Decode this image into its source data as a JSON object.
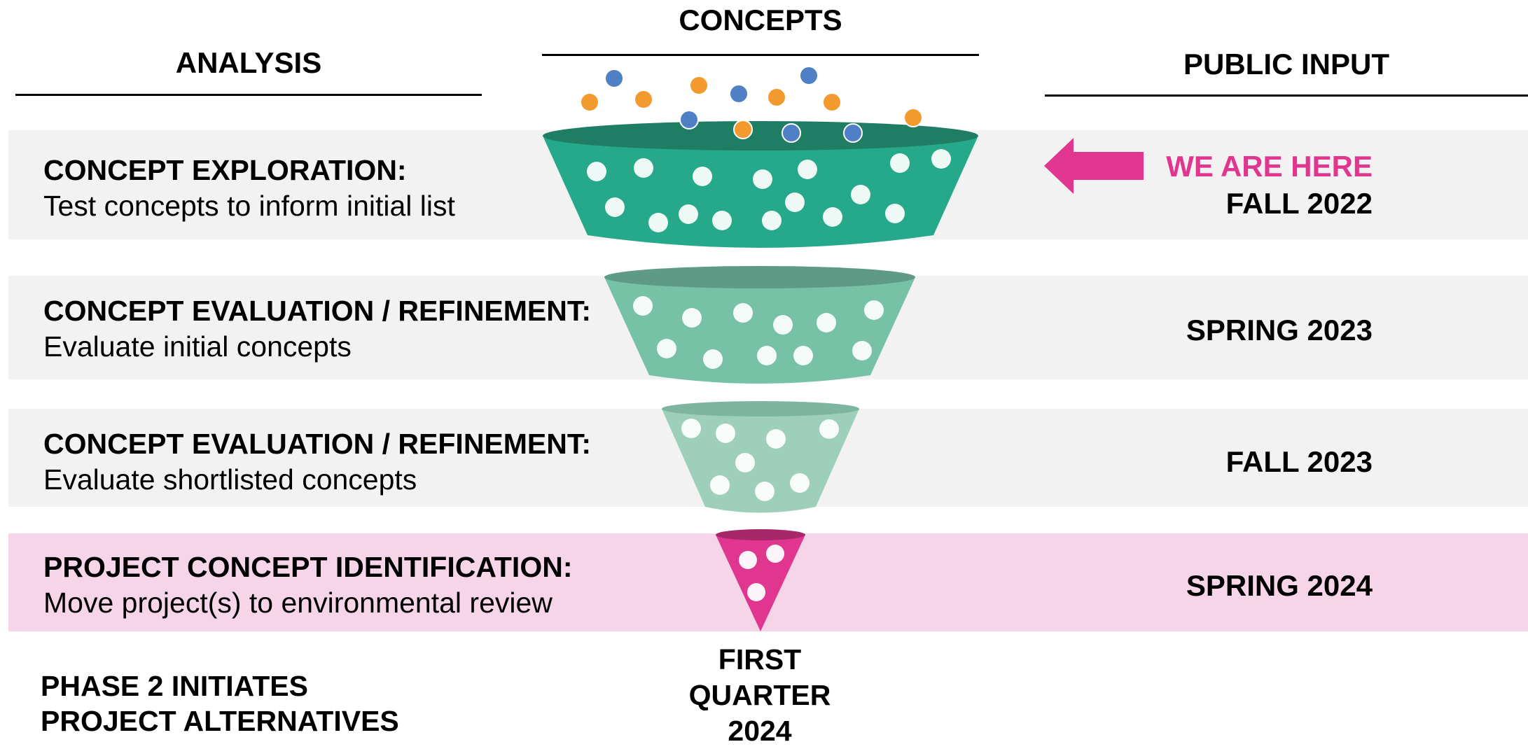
{
  "headers": {
    "analysis": "ANALYSIS",
    "concepts": "CONCEPTS",
    "public_input": "PUBLIC INPUT"
  },
  "stages": [
    {
      "title": "CONCEPT EXPLORATION:",
      "description": "Test concepts to inform initial list",
      "season": "FALL 2022",
      "current": true,
      "funnel_color": "#26a98a"
    },
    {
      "title": "CONCEPT EVALUATION / REFINEMENT:",
      "description": "Evaluate initial concepts",
      "season": "SPRING 2023",
      "current": false,
      "funnel_color": "#77c1a6"
    },
    {
      "title": "CONCEPT EVALUATION / REFINEMENT:",
      "description": "Evaluate shortlisted concepts",
      "season": "FALL 2023",
      "current": false,
      "funnel_color": "#9ecfba"
    },
    {
      "title": "PROJECT CONCEPT IDENTIFICATION:",
      "description": "Move project(s) to environmental review",
      "season": "SPRING 2024",
      "current": false,
      "funnel_color": "#e0368f"
    }
  ],
  "marker": {
    "label": "WE ARE HERE",
    "color": "#e0368f",
    "icon": "left-arrow-icon"
  },
  "footer": {
    "line1": "PHASE 2 INITIATES",
    "line2": "PROJECT ALTERNATIVES",
    "milestone_line1": "FIRST",
    "milestone_line2": "QUARTER",
    "milestone_line3": "2024"
  },
  "colors": {
    "band_gray": "#f2f2f2",
    "band_pink": "#f6d5e8",
    "concept_orange": "#f39a2f",
    "concept_blue": "#4f7fc4"
  }
}
